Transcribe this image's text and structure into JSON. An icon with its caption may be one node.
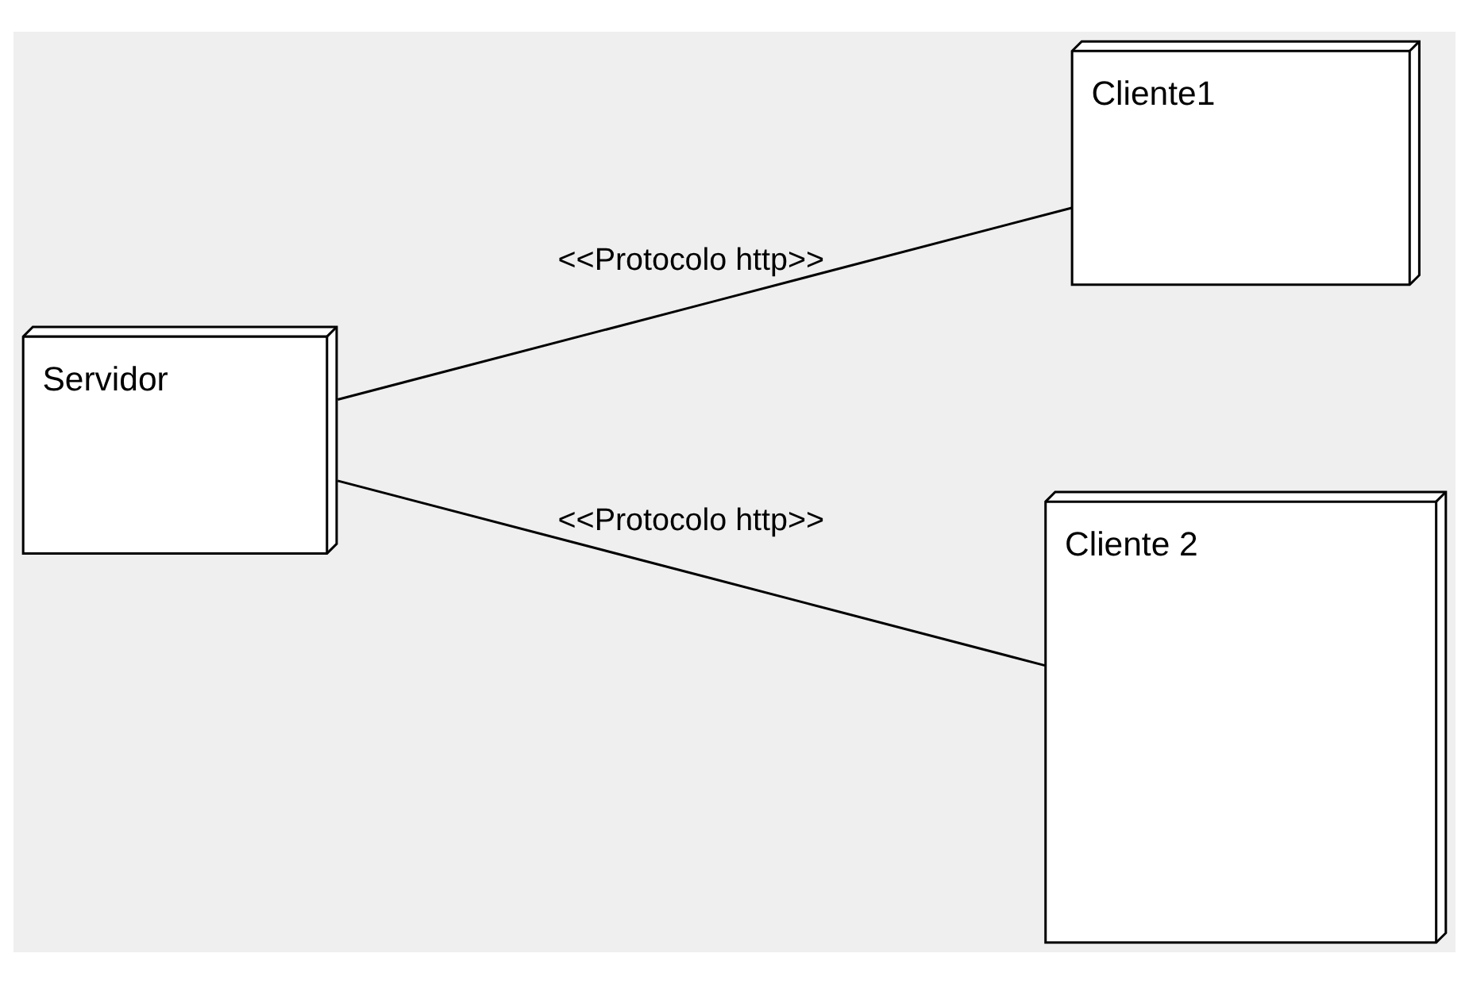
{
  "diagram": {
    "nodes": [
      {
        "text": [
          "Servidor"
        ]
      },
      {
        "text": [
          "Cliente1"
        ]
      },
      {
        "text": [
          "Cliente 2"
        ]
      }
    ],
    "edges": [
      {
        "from": 0,
        "to": 1,
        "arrow": "none",
        "label": "<<Protocolo http>>"
      },
      {
        "from": 0,
        "to": 2,
        "arrow": "none",
        "label": "<<Protocolo http>>"
      }
    ]
  }
}
